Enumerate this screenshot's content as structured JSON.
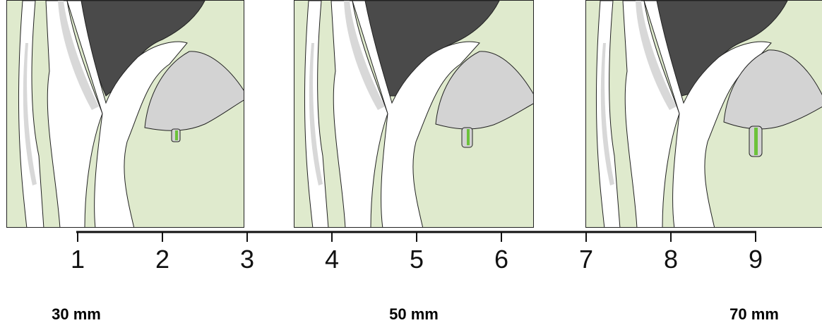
{
  "scale": {
    "ticks": [
      "1",
      "2",
      "3",
      "4",
      "5",
      "6",
      "7",
      "8",
      "9"
    ]
  },
  "panels": [
    {
      "label": "30 mm",
      "teat_length_mm": 30
    },
    {
      "label": "50 mm",
      "teat_length_mm": 50
    },
    {
      "label": "70 mm",
      "teat_length_mm": 70
    }
  ],
  "colors": {
    "background": "#dfeacd",
    "body_dark": "#4a4a4a",
    "leg_white": "#ffffff",
    "leg_shadow": "#d8d8d8",
    "udder": "#d3d3d3",
    "teat_marker": "#6cc23a",
    "outline": "#222222"
  }
}
